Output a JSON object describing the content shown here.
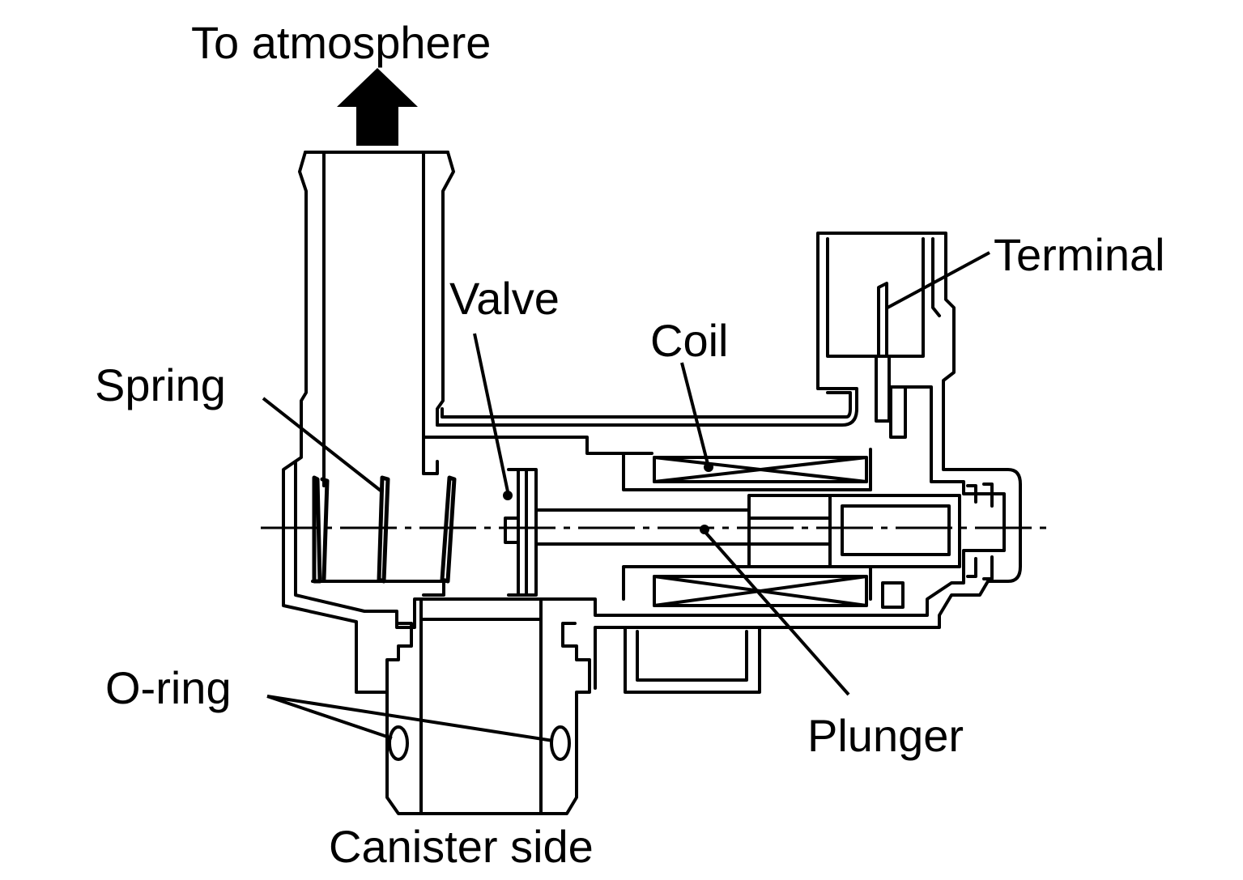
{
  "diagram": {
    "labels": {
      "to_atmosphere": "To atmosphere",
      "terminal": "Terminal",
      "valve": "Valve",
      "coil": "Coil",
      "spring": "Spring",
      "o_ring": "O-ring",
      "plunger": "Plunger",
      "canister_side": "Canister side"
    },
    "colors": {
      "ink": "#000000",
      "background": "#ffffff"
    }
  }
}
